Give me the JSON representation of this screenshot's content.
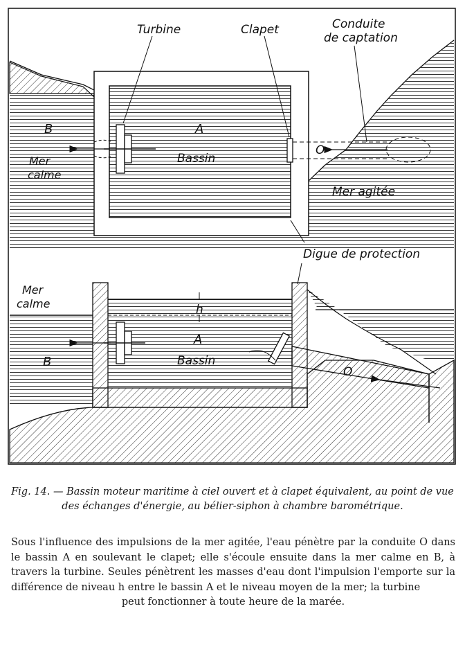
{
  "labels": {
    "turbine": "Turbine",
    "clapet": "Clapet",
    "conduite_line1": "Conduite",
    "conduite_line2": "de captation",
    "b_top": "B",
    "a_top": "A",
    "bassin_top": "Bassin",
    "o_top": "O",
    "mer_calme_top_1": "Mer",
    "mer_calme_top_2": "calme",
    "mer_agitee": "Mer agitée",
    "digue": "Digue de protection",
    "mer_calme_bot_1": "Mer",
    "mer_calme_bot_2": "calme",
    "h": "h",
    "a_bot": "A",
    "bassin_bot": "Bassin",
    "b_bot": "B",
    "o_bot": "O"
  },
  "caption": {
    "fig": "Fig. 14. —",
    "text": "Bassin moteur maritime à ciel ouvert et à clapet équivalent, au point de vue des échanges d'énergie, au bélier-siphon à chambre barométrique."
  },
  "body": {
    "paragraph": "Sous l'influence des impulsions de la mer agitée, l'eau pénètre par la conduite O dans le bassin A en soulevant le clapet; elle s'écoule ensuite dans la mer calme en B, à travers la turbine. Seules pénètrent les masses d'eau dont l'impulsion l'emporte sur la différence de niveau h entre le bassin A et le niveau moyen de la mer; la turbine",
    "last_line": "peut fonctionner à toute heure de la marée."
  }
}
